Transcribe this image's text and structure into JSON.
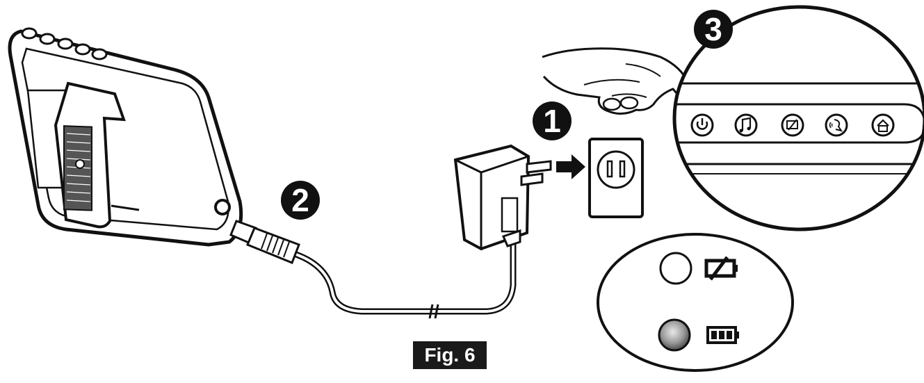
{
  "figure": {
    "caption": "Fig. 6",
    "steps": [
      "1",
      "2",
      "3"
    ]
  },
  "colors": {
    "ink": "#111111",
    "caption_bg": "#1a1a1a",
    "caption_text": "#ffffff"
  },
  "icons": {
    "panel_buttons": [
      "power-icon",
      "music-icon",
      "no-battery-icon",
      "talk-icon",
      "home-icon"
    ],
    "indicators": [
      "battery-empty-icon",
      "battery-full-icon"
    ]
  }
}
